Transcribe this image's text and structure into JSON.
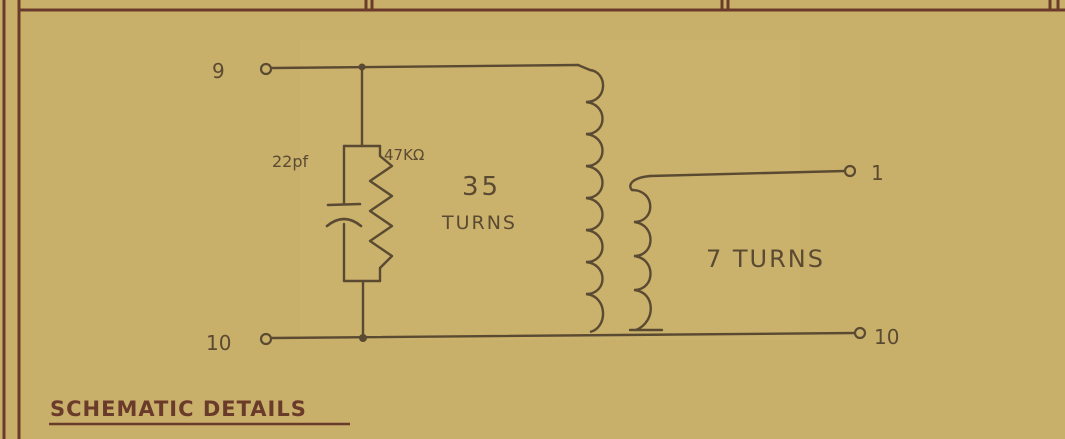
{
  "colors": {
    "paper": "#c9b06a",
    "ink": "#5b4a32",
    "border": "#6a3b2a"
  },
  "terminals": {
    "t9": "9",
    "t10_left": "10",
    "t1": "1",
    "t10_right": "10"
  },
  "components": {
    "capacitor_label": "22pf",
    "resistor_label": "47KΩ",
    "primary_turns_value": "35",
    "primary_turns_word": "TURNS",
    "secondary_turns": "7 TURNS"
  },
  "caption": "SCHEMATIC DETAILS"
}
